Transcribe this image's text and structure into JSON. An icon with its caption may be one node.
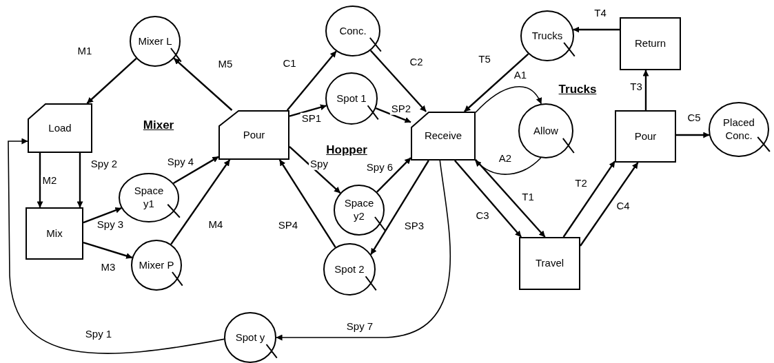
{
  "diagram": {
    "nodes": [
      {
        "text": [
          "Mixer L"
        ]
      },
      {
        "text": [
          "Load"
        ]
      },
      {
        "text": [
          "Mix"
        ]
      },
      {
        "text": [
          "Space y1"
        ]
      },
      {
        "text": [
          "Mixer P"
        ]
      },
      {
        "text": [
          "Pour"
        ]
      },
      {
        "text": [
          "Conc."
        ]
      },
      {
        "text": [
          "Spot 1"
        ]
      },
      {
        "text": [
          "Space y2"
        ]
      },
      {
        "text": [
          "Spot 2"
        ]
      },
      {
        "text": [
          "Receive"
        ]
      },
      {
        "text": [
          "Allow"
        ]
      },
      {
        "text": [
          "Trucks"
        ]
      },
      {
        "text": [
          "Return"
        ]
      },
      {
        "text": [
          "Pour"
        ]
      },
      {
        "text": [
          "Placed Conc."
        ]
      },
      {
        "text": [
          "Travel"
        ]
      },
      {
        "text": [
          "Spot y"
        ]
      }
    ],
    "edges": [
      {
        "from": 0,
        "to": 1,
        "arrow": "to",
        "label": "M1"
      },
      {
        "from": 1,
        "to": 2,
        "arrow": "to",
        "label": "M2"
      },
      {
        "from": 1,
        "to": 2,
        "arrow": "to",
        "label": "Spy 2"
      },
      {
        "from": 2,
        "to": 3,
        "arrow": "to",
        "label": "Spy 3"
      },
      {
        "from": 2,
        "to": 4,
        "arrow": "to",
        "label": "M3"
      },
      {
        "from": 3,
        "to": 5,
        "arrow": "to",
        "label": "Spy 4"
      },
      {
        "from": 4,
        "to": 5,
        "arrow": "to",
        "label": "M4"
      },
      {
        "from": 5,
        "to": 0,
        "arrow": "to",
        "label": "M5"
      },
      {
        "from": 5,
        "to": 6,
        "arrow": "to",
        "label": "C1"
      },
      {
        "from": 5,
        "to": 7,
        "arrow": "to",
        "label": "SP1"
      },
      {
        "from": 5,
        "to": 8,
        "arrow": "to",
        "label": "Spy"
      },
      {
        "from": 9,
        "to": 5,
        "arrow": "to",
        "label": "SP4"
      },
      {
        "from": 6,
        "to": 10,
        "arrow": "to",
        "label": "C2"
      },
      {
        "from": 7,
        "to": 10,
        "arrow": "to",
        "label": "SP2"
      },
      {
        "from": 8,
        "to": 10,
        "arrow": "to",
        "label": "Spy 6"
      },
      {
        "from": 10,
        "to": 9,
        "arrow": "to",
        "label": "SP3"
      },
      {
        "from": 12,
        "to": 10,
        "arrow": "to",
        "label": "T5"
      },
      {
        "from": 10,
        "to": 11,
        "arrow": "to",
        "label": "A1"
      },
      {
        "from": 11,
        "to": 10,
        "arrow": "to",
        "label": "A2"
      },
      {
        "from": 10,
        "to": 16,
        "arrow": "to",
        "label": "C3"
      },
      {
        "from": 10,
        "to": 16,
        "arrow": "to",
        "label": "T1"
      },
      {
        "from": 16,
        "to": 14,
        "arrow": "to",
        "label": "T2"
      },
      {
        "from": 16,
        "to": 14,
        "arrow": "to",
        "label": "C4"
      },
      {
        "from": 14,
        "to": 13,
        "arrow": "to",
        "label": "T3"
      },
      {
        "from": 13,
        "to": 12,
        "arrow": "to",
        "label": "T4"
      },
      {
        "from": 14,
        "to": 15,
        "arrow": "to",
        "label": "C5"
      },
      {
        "from": 10,
        "to": 17,
        "arrow": "to",
        "label": "Spy 7"
      },
      {
        "from": 17,
        "to": 1,
        "arrow": "to",
        "label": "Spy 1"
      }
    ],
    "labels": [
      "Mixer",
      "Hopper",
      "Trucks"
    ]
  }
}
